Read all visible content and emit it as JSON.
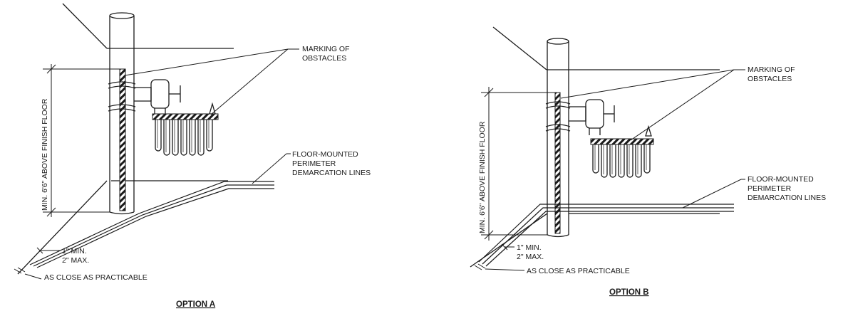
{
  "option_a": {
    "title": "OPTION A",
    "marking_line1": "MARKING OF",
    "marking_line2": "OBSTACLES",
    "floor_line1": "FLOOR-MOUNTED",
    "floor_line2": "PERIMETER",
    "floor_line3": "DEMARCATION LINES",
    "height_dim": "MIN. 6'6\" ABOVE FINISH FLOOR",
    "gap_min": "1\" MIN.",
    "gap_max": "2\" MAX.",
    "close_note": "AS CLOSE AS PRACTICABLE"
  },
  "option_b": {
    "title": "OPTION B",
    "marking_line1": "MARKING OF",
    "marking_line2": "OBSTACLES",
    "floor_line1": "FLOOR-MOUNTED",
    "floor_line2": "PERIMETER",
    "floor_line3": "DEMARCATION LINES",
    "height_dim": "MIN. 6'6\" ABOVE FINISH FLOOR",
    "gap_min": "1\" MIN.",
    "gap_max": "2\" MAX.",
    "close_note": "AS CLOSE AS PRACTICABLE"
  },
  "colors": {
    "line": "#1a1a1a",
    "background": "#ffffff"
  }
}
